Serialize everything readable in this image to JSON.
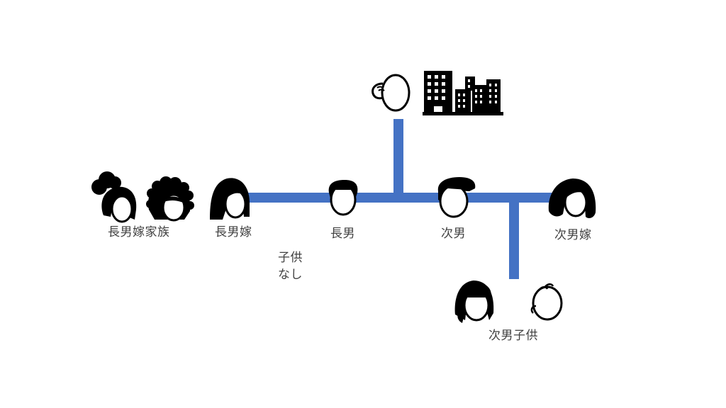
{
  "labels": {
    "eldest_son_wife_family": "長男嫁家族",
    "eldest_son_wife": "長男嫁",
    "eldest_son": "長男",
    "second_son": "次男",
    "second_son_wife": "次男嫁",
    "second_son_children": "次男子供"
  },
  "note": {
    "line1": "子供",
    "line2": "なし"
  },
  "colors": {
    "connector": "#4472C4",
    "silhouette": "#000000",
    "text": "#404040"
  }
}
